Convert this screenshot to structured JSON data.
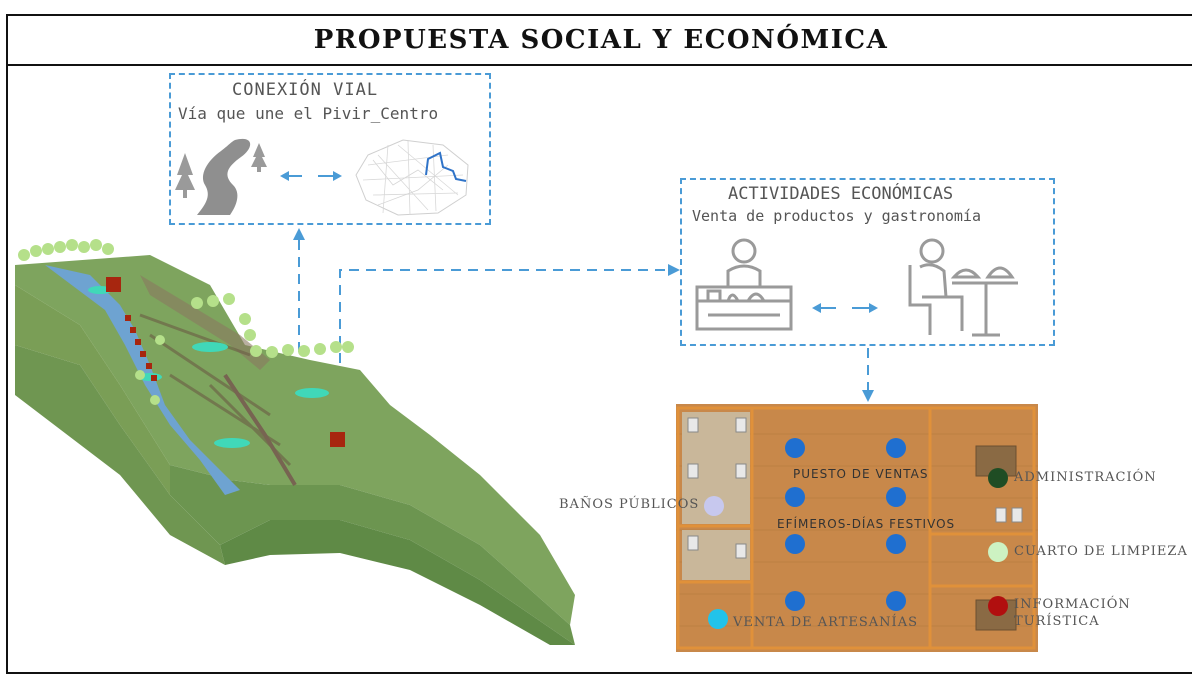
{
  "title": "PROPUESTA SOCIAL Y ECONÓMICA",
  "conexion": {
    "title": "CONEXIÓN VIAL",
    "subtitle": "Vía que une el Pivir_Centro"
  },
  "actividades": {
    "title": "ACTIVIDADES ECONÓMICAS",
    "subtitle": "Venta de productos y gastronomía"
  },
  "floor_plan": {
    "center_labels": [
      "PUESTO DE VENTAS",
      "EFÍMEROS-DÍAS FESTIVOS"
    ],
    "legend": [
      {
        "label": "BAÑOS PÚBLICOS",
        "color": "#c7c8ee"
      },
      {
        "label": "ADMINISTRACIÓN",
        "color": "#1f4d24"
      },
      {
        "label": "CUARTO DE LIMPIEZA",
        "color": "#cdf2c2"
      },
      {
        "label": "INFORMACIÓN",
        "label2": "TURÍSTICA",
        "color": "#b10f0f"
      },
      {
        "label": "VENTA DE ARTESANÍAS",
        "color": "#22c3ea"
      }
    ],
    "stall_color": "#1f6fd0"
  },
  "colors": {
    "dash": "#4a9bd6",
    "terrain": "#79a05a",
    "wood": "#c8884a"
  }
}
